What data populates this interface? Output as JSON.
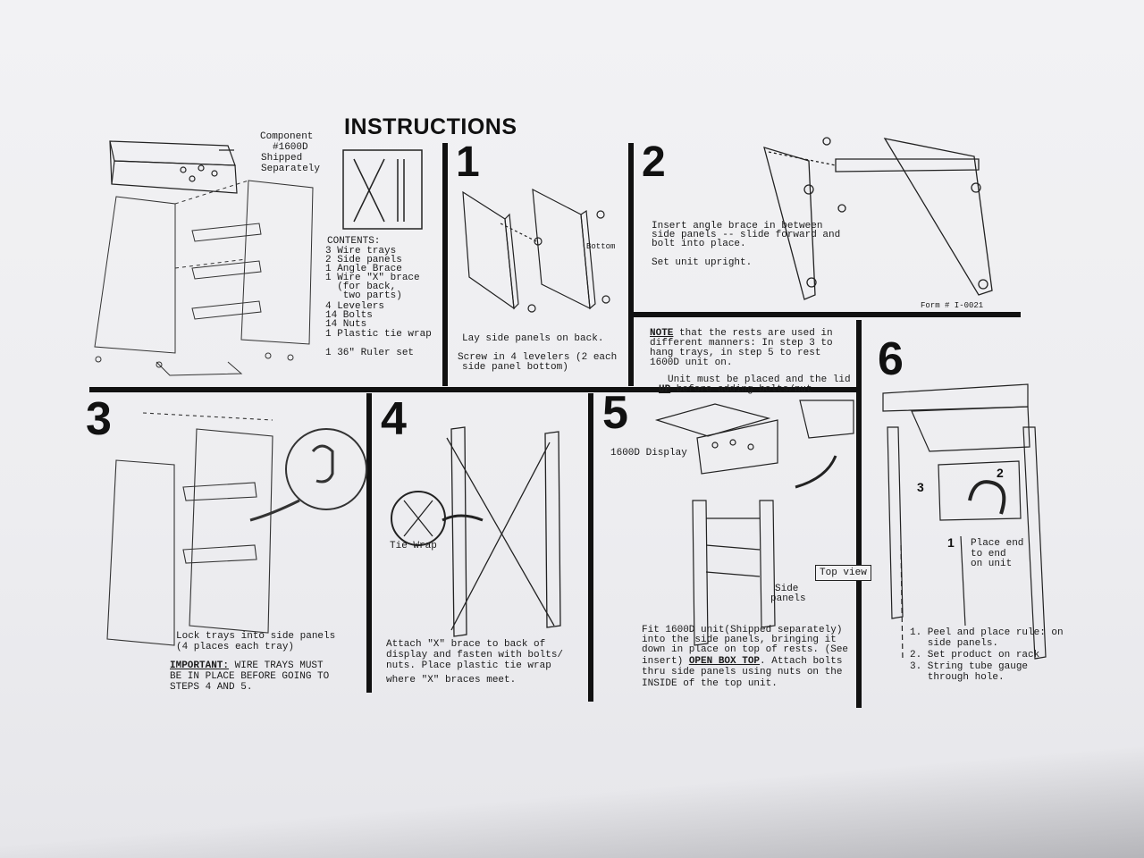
{
  "title": "INSTRUCTIONS",
  "component": {
    "line1": "Component",
    "line2": "#1600D",
    "line3": "Shipped",
    "line4": "Separately"
  },
  "contents": {
    "heading": "CONTENTS:",
    "items": [
      "3 Wire trays",
      "2 Side panels",
      "1 Angle Brace",
      "1 Wire \"X\" brace",
      "  (for back,",
      "   two parts)",
      "4 Levelers",
      "14 Bolts",
      "14 Nuts",
      "1 Plastic tie wrap",
      "1 36\" Ruler set"
    ]
  },
  "steps": {
    "s1": {
      "number": "1",
      "bottom_label": "Bottom",
      "line1": "Lay side panels on back.",
      "line2": "Screw in 4 levelers (2 each",
      "line3": "side panel bottom)"
    },
    "s2": {
      "number": "2",
      "lines": [
        "Insert angle brace in between",
        "side panels -- slide forward and",
        "bolt into place."
      ],
      "line_upright": "Set unit upright.",
      "form": "Form # I-0021"
    },
    "note": {
      "note_word": "NOTE",
      "line1": " that the rests are used in",
      "line2": "different manners: In step 3 to",
      "line3": "hang trays, in step 5 to rest",
      "line4": "1600D unit on.",
      "line5": "Unit must be placed and the lid",
      "up_word": "UP",
      "line6": " before adding bolts/nut"
    },
    "s3": {
      "number": "3",
      "line1": "Lock trays into side panels",
      "line2": "(4 places each tray)",
      "important": "IMPORTANT:",
      "imp1": " WIRE TRAYS MUST",
      "imp2": "BE IN PLACE BEFORE GOING TO",
      "imp3": "STEPS 4 AND 5."
    },
    "s4": {
      "number": "4",
      "tie_wrap": "Tie Wrap",
      "line1": "Attach \"X\" brace to back of",
      "line2": "display and fasten with bolts/",
      "line3": "nuts. Place plastic tie wrap",
      "line4": "where \"X\" braces meet."
    },
    "s5": {
      "number": "5",
      "display_label": "1600D Display",
      "top_view": "Top view",
      "side": "Side",
      "panels": "panels",
      "line1": "Fit 1600D unit(Shipped separately)",
      "line2": "into the side panels, bringing it",
      "line3": "down in place on top of rests. (See",
      "line4a": "insert) ",
      "open_box": "OPEN BOX TOP",
      "line4b": ". Attach bolts",
      "line5": "thru side panels using nuts on the",
      "line6": "INSIDE of the top unit."
    },
    "s6": {
      "number": "6",
      "callout3": "3",
      "callout2": "2",
      "callout1": "1",
      "place1": "Place end",
      "place2": "to end",
      "place3": "on unit",
      "list": [
        "1. Peel and place rule: on",
        "   side panels.",
        "2. Set product on rack",
        "3. String tube gauge",
        "   through hole."
      ]
    }
  }
}
